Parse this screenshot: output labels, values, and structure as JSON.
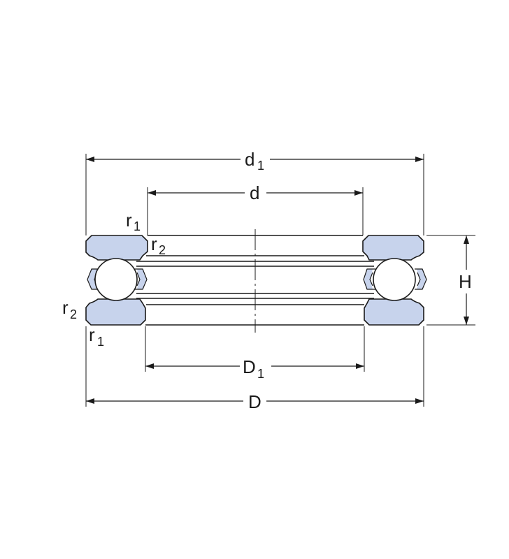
{
  "diagram": {
    "labels": {
      "d1_main": "d",
      "d1_sub": "1",
      "d_main": "d",
      "r1_top_main": "r",
      "r1_top_sub": "1",
      "r2_top_main": "r",
      "r2_top_sub": "2",
      "r2_left_main": "r",
      "r2_left_sub": "2",
      "r1_bottom_main": "r",
      "r1_bottom_sub": "1",
      "H": "H",
      "D1_main": "D",
      "D1_sub": "1",
      "D_main": "D"
    },
    "colors": {
      "washer_fill": "#c7d3ec",
      "line": "#1a1a1a",
      "background": "#ffffff"
    }
  }
}
